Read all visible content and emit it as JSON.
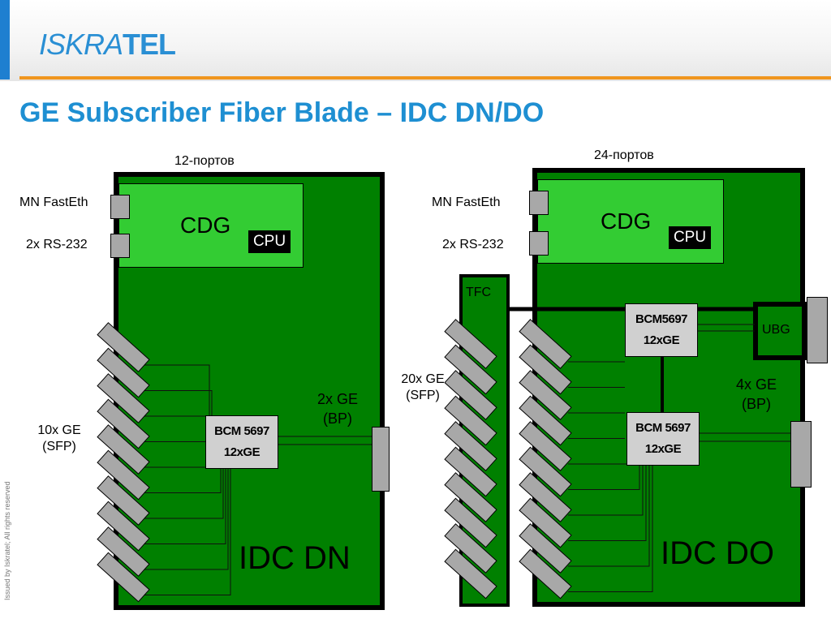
{
  "header": {
    "logo_light": "ISKRA",
    "logo_bold": "TEL"
  },
  "title": "GE Subscriber Fiber Blade – IDC DN/DO",
  "side_note": "Issued by Iskratel; All rights reserved",
  "left_blade": {
    "ports_label": "12-портов",
    "mn_label": "MN FastEth",
    "rs_label": "2x RS-232",
    "cdg": "CDG",
    "cpu": "CPU",
    "sfp_line1": "10x GE",
    "sfp_line2": "(SFP)",
    "bp_line1": "2x GE",
    "bp_line2": "(BP)",
    "chip_line1": "BCM 5697",
    "chip_line2": "12xGE",
    "name": "IDC DN"
  },
  "right_blade": {
    "ports_label": "24-портов",
    "mn_label": "MN FastEth",
    "rs_label": "2x RS-232",
    "cdg": "CDG",
    "cpu": "CPU",
    "tfc": "TFC",
    "sfp_line1": "20x GE",
    "sfp_line2": "(SFP)",
    "bp_line1": "4x GE",
    "bp_line2": "(BP)",
    "ubg": "UBG",
    "chip_top_line1": "BCM5697",
    "chip_top_line2": "12xGE",
    "chip_bottom_line1": "BCM 5697",
    "chip_bottom_line2": "12xGE",
    "name": "IDC DO"
  },
  "colors": {
    "blade_green": "#008000",
    "cdg_green": "#33cc33",
    "title_blue": "#1e8fd2",
    "accent_orange": "#f0961e",
    "port_gray": "#a8a8a8"
  }
}
